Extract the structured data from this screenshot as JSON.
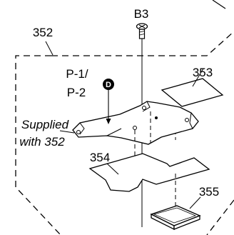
{
  "labels": {
    "screw": "B3",
    "assembly": "352",
    "part_top": "353",
    "part_mid": "354",
    "part_bottom": "355",
    "ref_line1": "P-1/",
    "ref_line2": "P-2",
    "marker": "D",
    "note_line1": "Supplied",
    "note_line2": "with 352"
  },
  "colors": {
    "ink": "#000000",
    "paper": "#ffffff"
  }
}
